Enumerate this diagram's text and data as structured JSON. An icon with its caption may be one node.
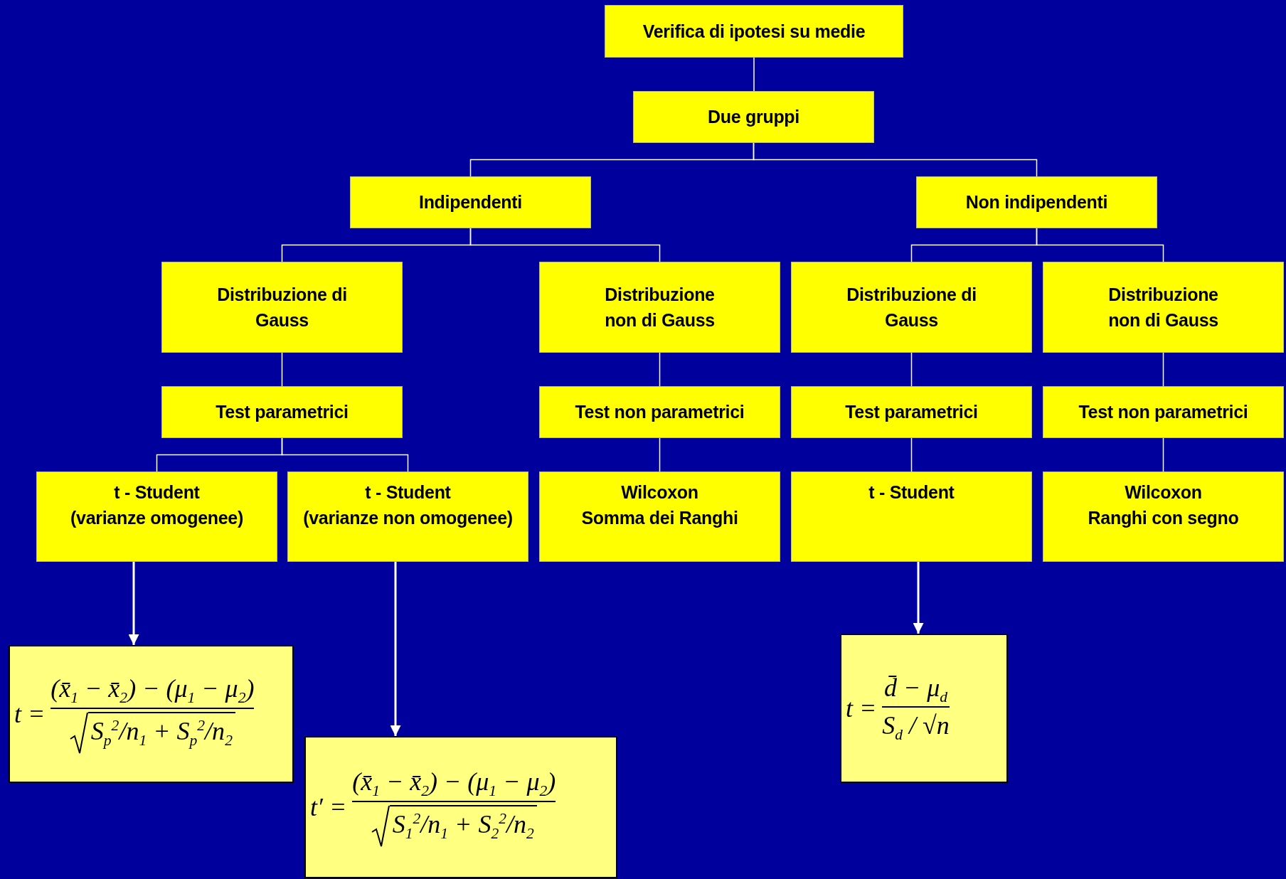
{
  "diagram": {
    "nodes": [
      {
        "text": [
          "Verifica di ipotesi su medie"
        ]
      },
      {
        "text": [
          "Due gruppi"
        ]
      },
      {
        "text": [
          "Indipendenti"
        ]
      },
      {
        "text": [
          "Non indipendenti"
        ]
      },
      {
        "text": [
          "Distribuzione di Gauss"
        ]
      },
      {
        "text": [
          "Distribuzione non di Gauss"
        ]
      },
      {
        "text": [
          "Distribuzione di Gauss"
        ]
      },
      {
        "text": [
          "Distribuzione non di Gauss"
        ]
      },
      {
        "text": [
          "Test parametrici"
        ]
      },
      {
        "text": [
          "Test non parametrici"
        ]
      },
      {
        "text": [
          "Test parametrici"
        ]
      },
      {
        "text": [
          "Test non parametrici"
        ]
      },
      {
        "text": [
          "t - Student",
          "(varianze omogenee)"
        ]
      },
      {
        "text": [
          "t - Student",
          "(varianze non omogenee)"
        ]
      },
      {
        "text": [
          "Wilcoxon",
          "Somma dei Ranghi"
        ]
      },
      {
        "text": [
          "t - Student"
        ]
      },
      {
        "text": [
          "Wilcoxon",
          "Ranghi con segno"
        ]
      },
      {
        "text": [
          "t =",
          "(x̄$_{1}$ − x̄$_{2}$) − (μ$_{1}$ − μ$_{2}$)",
          "S$_{p}$$^{2}$/n$_{1}$ + S$_{p}$$^{2}$/n$_{2}$"
        ]
      },
      {
        "text": [
          "t′ =",
          "(x̄$_{1}$ − x̄$_{2}$) − (μ$_{1}$ − μ$_{2}$)",
          "S$_{1}$$^{2}$/n$_{1}$ + S$_{2}$$^{2}$/n$_{2}$"
        ]
      },
      {
        "text": [
          "t =",
          "d̄ − μ$_{d}$",
          "S$_{d}$ / √n"
        ]
      }
    ],
    "edges": [
      {
        "from": 0,
        "to": 1,
        "arrow": "none"
      },
      {
        "from": 1,
        "to": 2,
        "arrow": "none"
      },
      {
        "from": 1,
        "to": 3,
        "arrow": "none"
      },
      {
        "from": 2,
        "to": 4,
        "arrow": "none"
      },
      {
        "from": 2,
        "to": 5,
        "arrow": "none"
      },
      {
        "from": 3,
        "to": 6,
        "arrow": "none"
      },
      {
        "from": 3,
        "to": 7,
        "arrow": "none"
      },
      {
        "from": 4,
        "to": 8,
        "arrow": "none"
      },
      {
        "from": 5,
        "to": 9,
        "arrow": "none"
      },
      {
        "from": 6,
        "to": 10,
        "arrow": "none"
      },
      {
        "from": 7,
        "to": 11,
        "arrow": "none"
      },
      {
        "from": 8,
        "to": 12,
        "arrow": "none"
      },
      {
        "from": 8,
        "to": 13,
        "arrow": "none"
      },
      {
        "from": 9,
        "to": 14,
        "arrow": "none"
      },
      {
        "from": 10,
        "to": 15,
        "arrow": "none"
      },
      {
        "from": 11,
        "to": 16,
        "arrow": "none"
      },
      {
        "from": 12,
        "to": 17,
        "arrow": "to"
      },
      {
        "from": 13,
        "to": 18,
        "arrow": "to"
      },
      {
        "from": 15,
        "to": 19,
        "arrow": "to"
      }
    ]
  }
}
